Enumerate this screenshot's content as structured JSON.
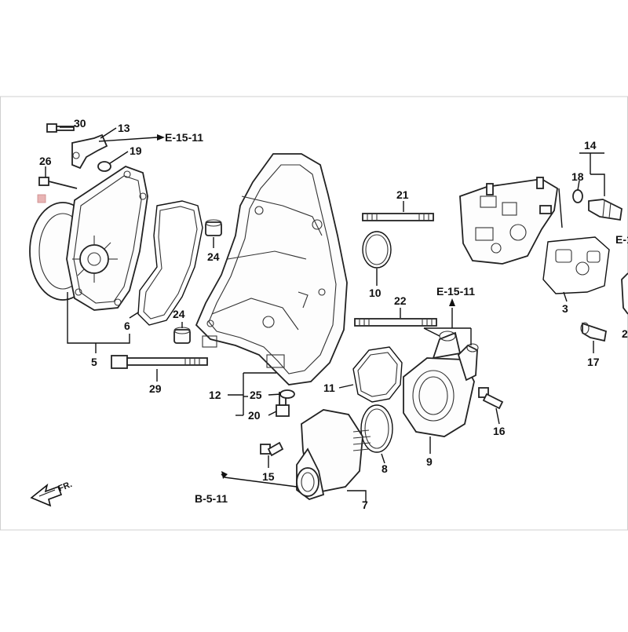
{
  "colors": {
    "ink": "#111111",
    "border": "#cfcfcf",
    "marker": "#e8b4b4",
    "background": "#ffffff"
  },
  "icons": {
    "direction_arrow": "front-direction-arrow-icon",
    "marker": "square-marker-icon"
  },
  "refs": {
    "e15_top": "E-15-11",
    "e15_mid": "E-15-11",
    "e_right": "E-1",
    "b5": "B-5-11",
    "fr": "FR."
  },
  "callouts": [
    {
      "id": "c30",
      "text": "30"
    },
    {
      "id": "c13",
      "text": "13"
    },
    {
      "id": "c19",
      "text": "19"
    },
    {
      "id": "c26",
      "text": "26"
    },
    {
      "id": "c6",
      "text": "6"
    },
    {
      "id": "c5",
      "text": "5"
    },
    {
      "id": "c24a",
      "text": "24"
    },
    {
      "id": "c24b",
      "text": "24"
    },
    {
      "id": "c29",
      "text": "29"
    },
    {
      "id": "c21",
      "text": "21"
    },
    {
      "id": "c10",
      "text": "10"
    },
    {
      "id": "c22",
      "text": "22"
    },
    {
      "id": "c11",
      "text": "11"
    },
    {
      "id": "c12",
      "text": "12"
    },
    {
      "id": "c25",
      "text": "25"
    },
    {
      "id": "c20",
      "text": "20"
    },
    {
      "id": "c15",
      "text": "15"
    },
    {
      "id": "c8",
      "text": "8"
    },
    {
      "id": "c7",
      "text": "7"
    },
    {
      "id": "c9",
      "text": "9"
    },
    {
      "id": "c16",
      "text": "16"
    },
    {
      "id": "c14",
      "text": "14"
    },
    {
      "id": "c18",
      "text": "18"
    },
    {
      "id": "c3",
      "text": "3"
    },
    {
      "id": "c17",
      "text": "17"
    },
    {
      "id": "c2",
      "text": "2"
    }
  ]
}
